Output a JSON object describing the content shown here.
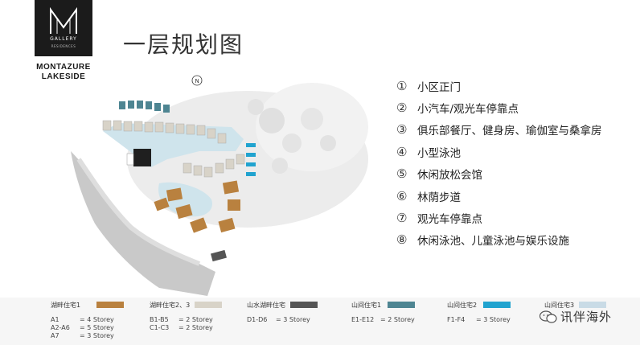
{
  "logo": {
    "gallery": "GALLERY",
    "residences": "RESIDENCES",
    "brand_line1": "MONTAZURE",
    "brand_line2": "LAKESIDE"
  },
  "page_title": "一层规划图",
  "compass": "N",
  "list": [
    {
      "num": "①",
      "label": "小区正门"
    },
    {
      "num": "②",
      "label": "小汽车/观光车停靠点"
    },
    {
      "num": "③",
      "label": "俱乐部餐厅、健身房、瑜伽室与桑拿房"
    },
    {
      "num": "④",
      "label": "小型泳池"
    },
    {
      "num": "⑤",
      "label": "休闲放松会馆"
    },
    {
      "num": "⑥",
      "label": "林荫步道"
    },
    {
      "num": "⑦",
      "label": "观光车停靠点"
    },
    {
      "num": "⑧",
      "label": "休闲泳池、儿童泳池与娱乐设施"
    }
  ],
  "legend": [
    {
      "title": "湖畔住宅1",
      "color": "#b9813f",
      "rows": [
        [
          "A1",
          "= 4 Storey"
        ],
        [
          "A2-A6",
          "= 5 Storey"
        ],
        [
          "A7",
          "= 3 Storey"
        ]
      ]
    },
    {
      "title": "湖畔住宅2、3",
      "color": "#d8d3c8",
      "rows": [
        [
          "B1-B5",
          "= 2 Storey"
        ],
        [
          "C1-C3",
          "= 2 Storey"
        ]
      ]
    },
    {
      "title": "山水湖畔住宅",
      "color": "#555555",
      "rows": [
        [
          "D1-D6",
          "= 3 Storey"
        ]
      ]
    },
    {
      "title": "山间住宅1",
      "color": "#4e8592",
      "rows": [
        [
          "E1-E12",
          "= 2 Storey"
        ]
      ]
    },
    {
      "title": "山间住宅2",
      "color": "#21a3cf",
      "rows": [
        [
          "F1-F4",
          "= 3 Storey"
        ]
      ]
    },
    {
      "title": "山间住宅3",
      "color": "#c9dbe6",
      "rows": []
    }
  ],
  "watermark": "讯伴海外"
}
